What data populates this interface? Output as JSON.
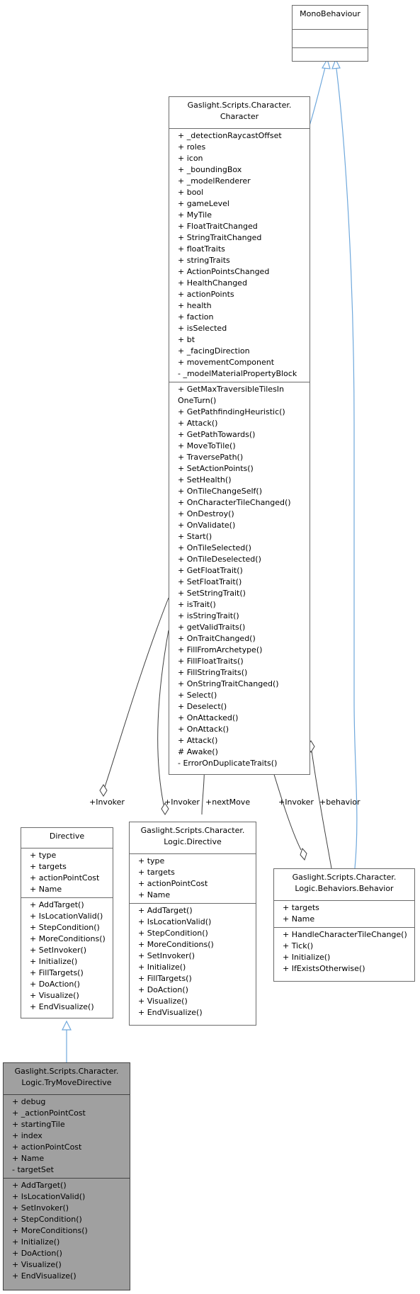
{
  "monobehaviour": {
    "title": "MonoBehaviour"
  },
  "character": {
    "title_line1": "Gaslight.Scripts.Character.",
    "title_line2": "Character",
    "attributes": [
      "+ _detectionRaycastOffset",
      "+ roles",
      "+ icon",
      "+ _boundingBox",
      "+ _modelRenderer",
      "+ bool",
      "+ gameLevel",
      "+ MyTile",
      "+ FloatTraitChanged",
      "+ StringTraitChanged",
      "+ floatTraits",
      "+ stringTraits",
      "+ ActionPointsChanged",
      "+ HealthChanged",
      "+ actionPoints",
      "+ health",
      "+ faction",
      "+ isSelected",
      "+ bt",
      "+ _facingDirection",
      "+ movementComponent",
      "- _modelMaterialPropertyBlock"
    ],
    "methods": [
      "+ GetMaxTraversibleTilesIn",
      "OneTurn()",
      "+ GetPathfindingHeuristic()",
      "+ Attack()",
      "+ GetPathTowards()",
      "+ MoveToTile()",
      "+ TraversePath()",
      "+ SetActionPoints()",
      "+ SetHealth()",
      "+ OnTileChangeSelf()",
      "+ OnCharacterTileChanged()",
      "+ OnDestroy()",
      "+ OnValidate()",
      "+ Start()",
      "+ OnTileSelected()",
      "+ OnTileDeselected()",
      "+ GetFloatTrait()",
      "+ SetFloatTrait()",
      "+ SetStringTrait()",
      "+ isTrait()",
      "+ isStringTrait()",
      "+ getValidTraits()",
      "+ OnTraitChanged()",
      "+ FillFromArchetype()",
      "+ FillFloatTraits()",
      "+ FillStringTraits()",
      "+ OnStringTraitChanged()",
      "+ Select()",
      "+ Deselect()",
      "+ OnAttacked()",
      "+ OnAttack()",
      "+ Attack()",
      "# Awake()",
      "- ErrorOnDuplicateTraits()"
    ]
  },
  "directive": {
    "title": "Directive",
    "attributes": [
      "+ type",
      "+ targets",
      "+ actionPointCost",
      "+ Name"
    ],
    "methods": [
      "+ AddTarget()",
      "+ IsLocationValid()",
      "+ StepCondition()",
      "+ MoreConditions()",
      "+ SetInvoker()",
      "+ Initialize()",
      "+ FillTargets()",
      "+ DoAction()",
      "+ Visualize()",
      "+ EndVisualize()"
    ]
  },
  "logic_directive": {
    "title_line1": "Gaslight.Scripts.Character.",
    "title_line2": "Logic.Directive",
    "attributes": [
      "+ type",
      "+ targets",
      "+ actionPointCost",
      "+ Name"
    ],
    "methods": [
      "+ AddTarget()",
      "+ IsLocationValid()",
      "+ StepCondition()",
      "+ MoreConditions()",
      "+ SetInvoker()",
      "+ Initialize()",
      "+ FillTargets()",
      "+ DoAction()",
      "+ Visualize()",
      "+ EndVisualize()"
    ]
  },
  "behavior": {
    "title_line1": "Gaslight.Scripts.Character.",
    "title_line2": "Logic.Behaviors.Behavior",
    "attributes": [
      "+ targets",
      "+ Name"
    ],
    "methods": [
      "+ HandleCharacterTileChange()",
      "+ Tick()",
      "+ Initialize()",
      "+ IfExistsOtherwise()"
    ]
  },
  "try_move": {
    "title_line1": "Gaslight.Scripts.Character.",
    "title_line2": "Logic.TryMoveDirective",
    "attributes": [
      "+ debug",
      "+ _actionPointCost",
      "+ startingTile",
      "+ index",
      "+ actionPointCost",
      "+ Name",
      "- targetSet"
    ],
    "methods": [
      "+ AddTarget()",
      "+ IsLocationValid()",
      "+ SetInvoker()",
      "+ StepCondition()",
      "+ MoreConditions()",
      "+ Initialize()",
      "+ DoAction()",
      "+ Visualize()",
      "+ EndVisualize()"
    ]
  },
  "edge_labels": {
    "invoker_directive": "+Invoker",
    "invoker_logic_directive": "+Invoker",
    "next_move": "+nextMove",
    "invoker_behavior": "+Invoker",
    "behavior": "+behavior"
  },
  "colors": {
    "inheritance_arrow": "#6fa8dc",
    "association_line": "#404040",
    "highlight_fill": "#a0a0a0",
    "border": "#6b6b6b"
  }
}
